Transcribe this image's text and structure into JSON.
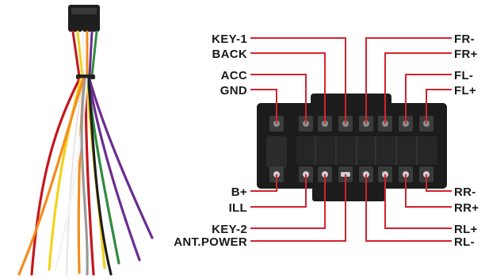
{
  "pins": {
    "key1": "KEY-1",
    "back": "BACK",
    "acc": "ACC",
    "gnd": "GND",
    "b_plus": "B+",
    "ill": "ILL",
    "key2": "KEY-2",
    "ant_power": "ANT.POWER",
    "fr_minus": "FR-",
    "fr_plus": "FR+",
    "fl_minus": "FL-",
    "fl_plus": "FL+",
    "rr_minus": "RR-",
    "rr_plus": "RR+",
    "rl_plus": "RL+",
    "rl_minus": "RL-"
  },
  "colors": {
    "lead_line": "#d3232f",
    "connector_body": "#1c1c1c",
    "label_text": "#1a1a1a",
    "wire_red": "#c4161c",
    "wire_yellow": "#f2d21b",
    "wire_orange": "#f28c1e",
    "wire_purple": "#6a2c91",
    "wire_green": "#2e8b3e",
    "wire_white": "#f4f4f4",
    "wire_black": "#1e1e1e",
    "wire_gray": "#9a9a9a"
  }
}
